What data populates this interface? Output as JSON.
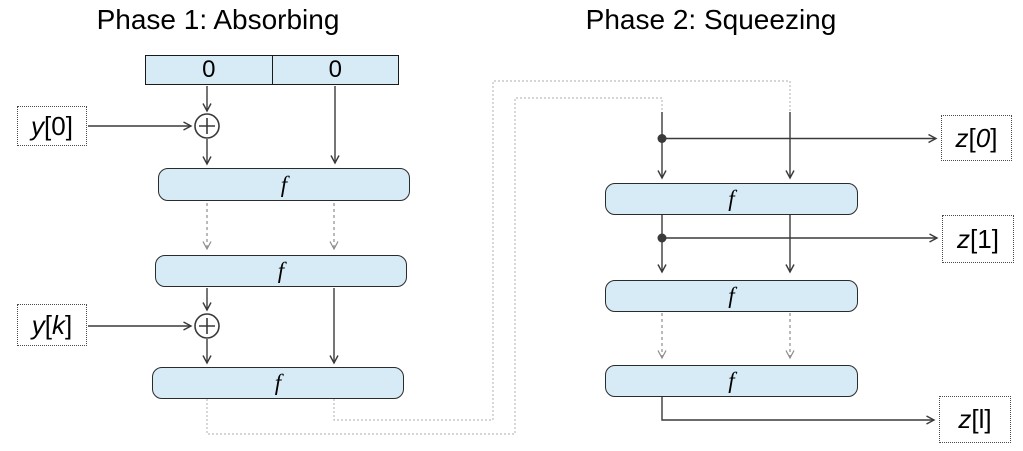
{
  "colors": {
    "bg": "#ffffff",
    "ink": "#000000",
    "box_fill": "#d6ebf5",
    "box_border": "#2b2b2b",
    "arrow": "#3a3a3a",
    "dashed": "#8c8c8c",
    "feedback": "#bdbdbd"
  },
  "phase1": {
    "title": "Phase 1: Absorbing",
    "state": {
      "cells": [
        "0",
        "0"
      ]
    },
    "f_boxes": [
      "f",
      "f",
      "f"
    ],
    "inputs": [
      {
        "var": "y",
        "open": "[",
        "idx": "0",
        "close": "]",
        "idx_style": "roman"
      },
      {
        "var": "y",
        "open": "[",
        "idx": "k",
        "close": "]",
        "idx_style": "italic"
      }
    ]
  },
  "phase2": {
    "title": "Phase 2: Squeezing",
    "f_boxes": [
      "f",
      "f",
      "f"
    ],
    "outputs": [
      {
        "var": "z",
        "open": "[",
        "idx": "0",
        "close": "]",
        "idx_style": "italic"
      },
      {
        "var": "z",
        "open": "[",
        "idx": "1",
        "close": "]",
        "idx_style": "roman"
      },
      {
        "var": "z",
        "open": "[",
        "idx": "l",
        "close": "]",
        "idx_style": "roman"
      }
    ]
  }
}
